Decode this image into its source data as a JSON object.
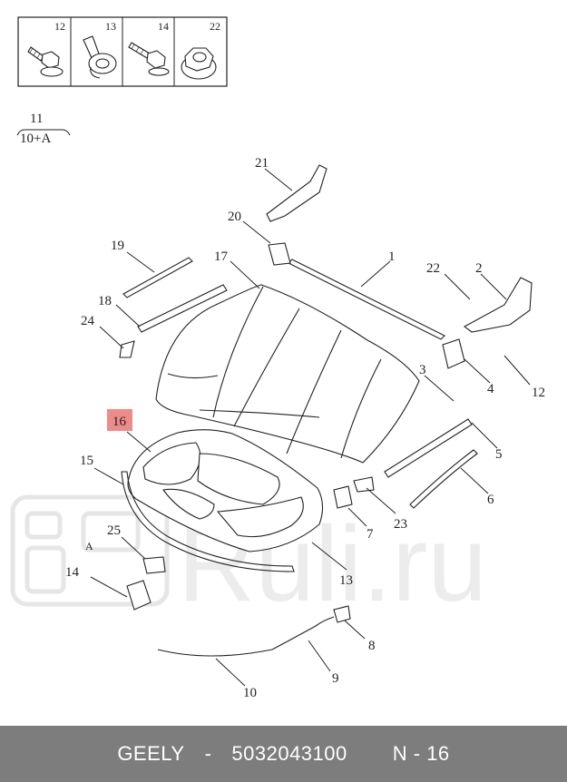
{
  "hardware_box": {
    "items": [
      {
        "number": "12",
        "icon": "bolt-with-washer-icon"
      },
      {
        "number": "13",
        "icon": "push-clip-icon"
      },
      {
        "number": "14",
        "icon": "flange-bolt-icon"
      },
      {
        "number": "22",
        "icon": "flange-nut-icon"
      }
    ]
  },
  "fraction_note": {
    "numerator": "11",
    "denominator": "10+A"
  },
  "callouts": [
    {
      "number": "1",
      "highlighted": false
    },
    {
      "number": "2",
      "highlighted": false
    },
    {
      "number": "3",
      "highlighted": false
    },
    {
      "number": "4",
      "highlighted": false
    },
    {
      "number": "5",
      "highlighted": false
    },
    {
      "number": "6",
      "highlighted": false
    },
    {
      "number": "7",
      "highlighted": false
    },
    {
      "number": "8",
      "highlighted": false
    },
    {
      "number": "9",
      "highlighted": false
    },
    {
      "number": "10",
      "highlighted": false
    },
    {
      "number": "12",
      "highlighted": false
    },
    {
      "number": "13",
      "highlighted": false
    },
    {
      "number": "14",
      "highlighted": false
    },
    {
      "number": "15",
      "highlighted": false
    },
    {
      "number": "16",
      "highlighted": true
    },
    {
      "number": "17",
      "highlighted": false
    },
    {
      "number": "18",
      "highlighted": false
    },
    {
      "number": "19",
      "highlighted": false
    },
    {
      "number": "20",
      "highlighted": false
    },
    {
      "number": "21",
      "highlighted": false
    },
    {
      "number": "22",
      "highlighted": false
    },
    {
      "number": "23",
      "highlighted": false
    },
    {
      "number": "24",
      "highlighted": false
    },
    {
      "number": "25",
      "highlighted": false
    }
  ],
  "marker_a": "A",
  "highlight_color": "#ef8a8a",
  "footer": {
    "brand": "GEELY",
    "separator": "-",
    "part_number": "5032043100",
    "page_code": "N - 16"
  },
  "colors": {
    "footer_bg": "#7d7d7d",
    "footer_text": "#ffffff",
    "line": "#222222"
  }
}
